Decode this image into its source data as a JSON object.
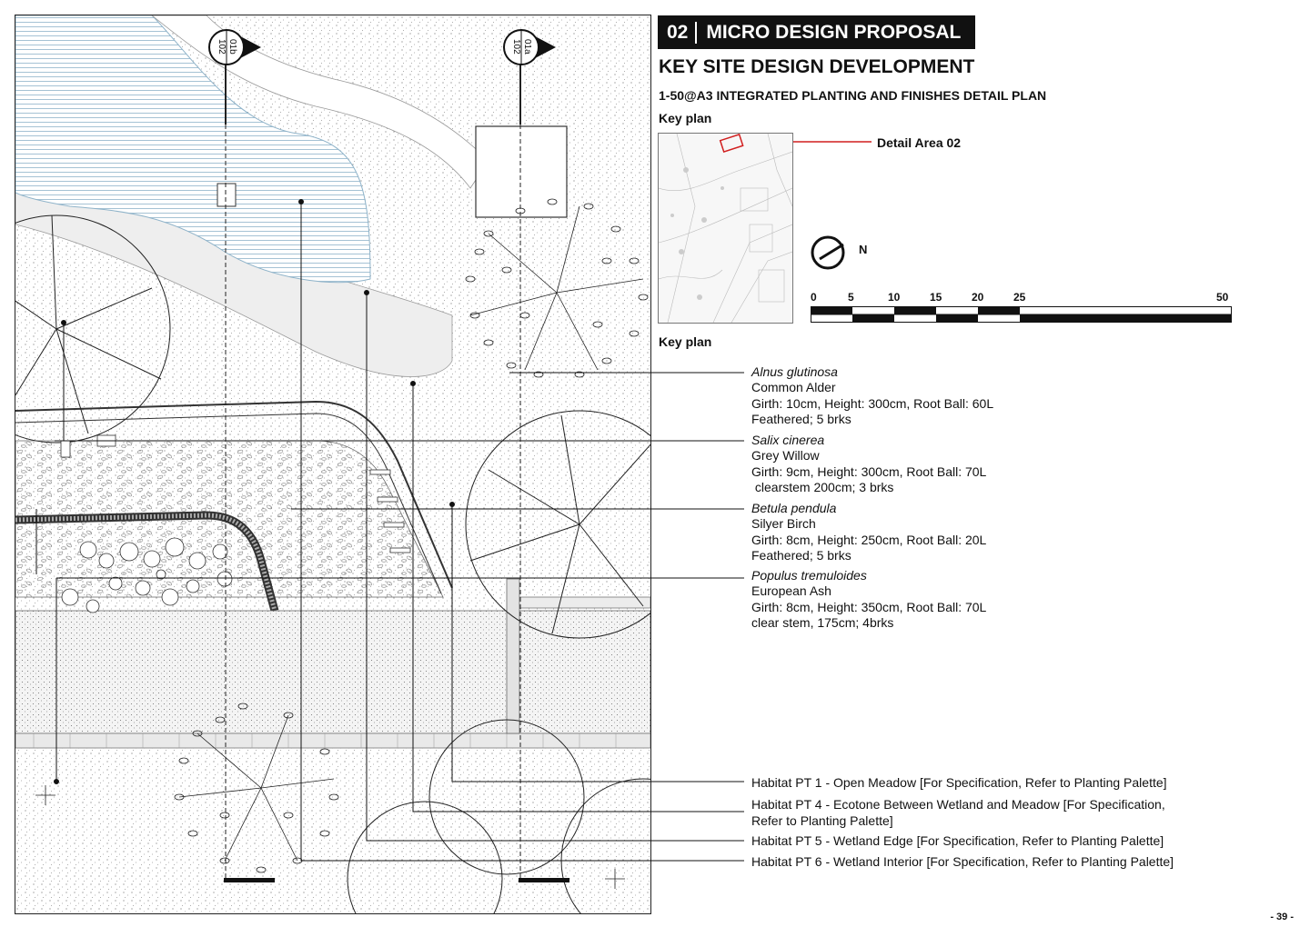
{
  "header": {
    "section_number": "02",
    "section_title": "MICRO DESIGN PROPOSAL",
    "main_title": "KEY SITE DESIGN DEVELOPMENT",
    "sub_title": "1-50@A3 INTEGRATED PLANTING AND FINISHES DETAIL PLAN"
  },
  "key_plan": {
    "label_top": "Key plan",
    "label_bottom": "Key plan",
    "detail_area_label": "Detail Area 02",
    "north_label": "N"
  },
  "scale_bar": {
    "ticks": [
      "0",
      "5",
      "10",
      "15",
      "20",
      "25",
      "50"
    ]
  },
  "section_markers": [
    {
      "ref": "01b",
      "sheet": "102"
    },
    {
      "ref": "01a",
      "sheet": "102"
    }
  ],
  "plants": [
    {
      "latin": "Alnus glutinosa",
      "common": "Common Alder",
      "spec": "Girth: 10cm, Height: 300cm, Root Ball: 60L",
      "form": "Feathered; 5 brks"
    },
    {
      "latin": "Salix cinerea",
      "common": "Grey Willow",
      "spec": "Girth: 9cm, Height: 300cm, Root Ball: 70L",
      "form": " clearstem 200cm; 3 brks"
    },
    {
      "latin": "Betula pendula",
      "common": "Silyer Birch",
      "spec": "Girth: 8cm, Height: 250cm, Root Ball: 20L",
      "form": "Feathered; 5 brks"
    },
    {
      "latin": "Populus tremuloides",
      "common": "European Ash",
      "spec": "Girth: 8cm, Height: 350cm, Root Ball: 70L",
      "form": "clear stem, 175cm; 4brks"
    }
  ],
  "habitats": [
    {
      "line1": "Habitat PT 1 - Open Meadow [For Specification, Refer to Planting Palette]",
      "line2": ""
    },
    {
      "line1": "Habitat PT 4 - Ecotone Between Wetland and Meadow [For Specification,",
      "line2": "Refer to Planting Palette]"
    },
    {
      "line1": "Habitat PT 5 - Wetland Edge [For Specification, Refer to Planting Palette]",
      "line2": ""
    },
    {
      "line1": "Habitat PT 6 - Wetland Interior [For Specification, Refer to Planting Palette]",
      "line2": ""
    }
  ],
  "page": {
    "number": "- 39 -"
  },
  "colors": {
    "water": "#8fb3c9",
    "ink": "#111111",
    "accent": "#d11f1f",
    "paving": "#e9e9e9"
  }
}
